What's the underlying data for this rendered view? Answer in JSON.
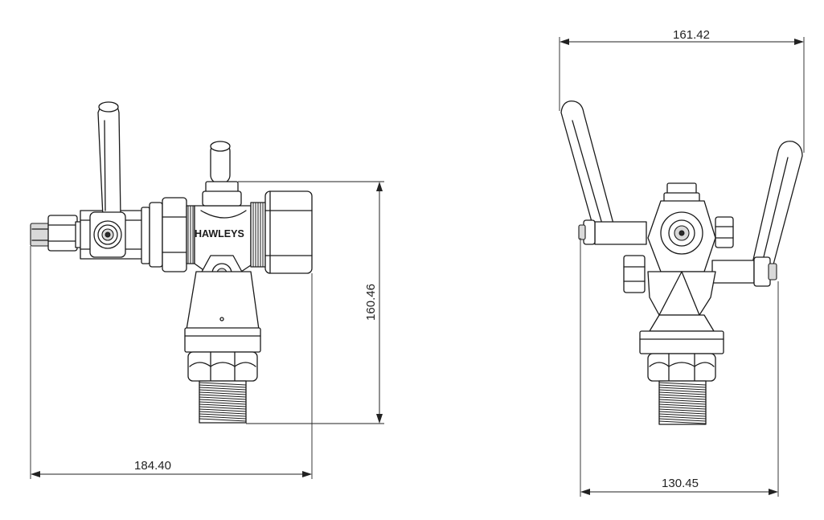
{
  "brand": "HAWLEYS",
  "dimensions": {
    "side_width": "184.40",
    "side_height": "160.46",
    "front_top_width": "161.42",
    "front_bottom_width": "130.45"
  }
}
